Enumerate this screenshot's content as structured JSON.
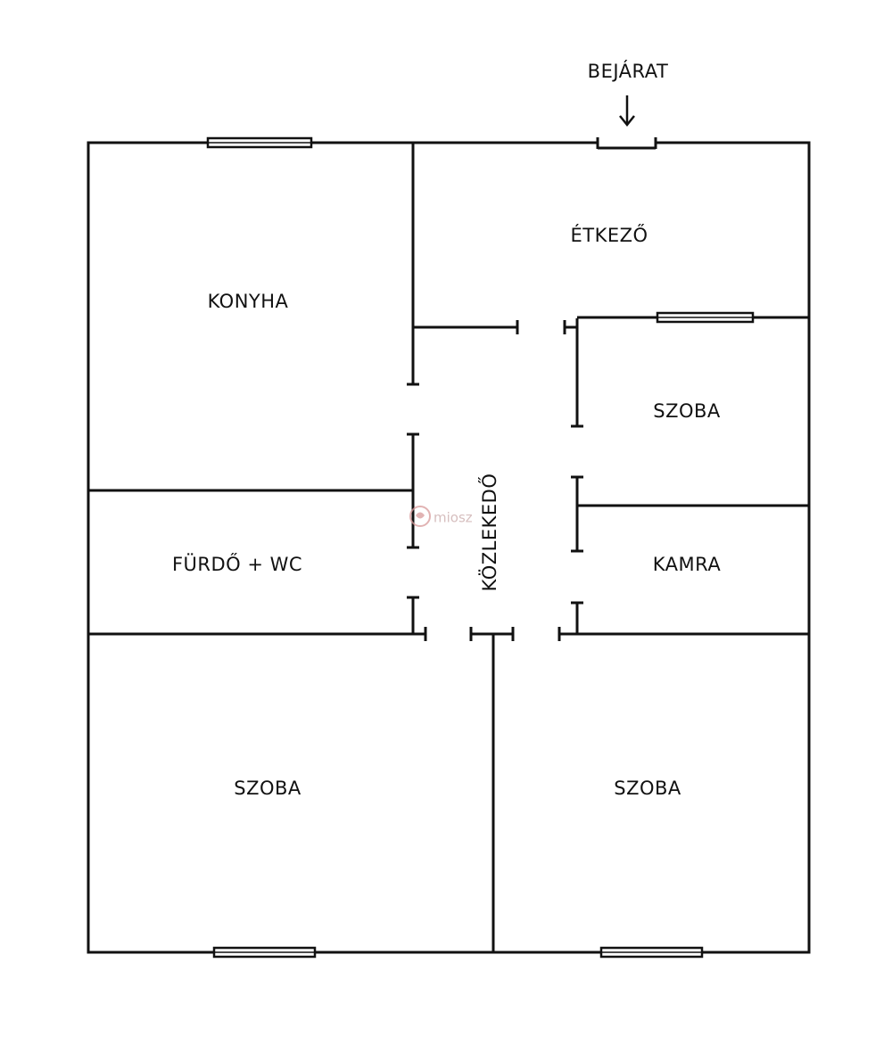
{
  "rooms": {
    "konyha": "KONYHA",
    "etkezo": "ÉTKEZŐ",
    "szoba_right_upper": "SZOBA",
    "kamra": "KAMRA",
    "furdo": "FÜRDŐ + WC",
    "kozlekedo": "KÖZLEKEDŐ",
    "szoba_bottom_left": "SZOBA",
    "szoba_bottom_right": "SZOBA"
  },
  "entrance": {
    "label": "BEJÁRAT",
    "arrow_icon": "down-arrow-icon"
  },
  "watermark": {
    "text": "miosz",
    "color": "#c9a9a9",
    "icon": "miosz-logo-icon"
  },
  "colors": {
    "wall": "#111111",
    "background": "#ffffff"
  }
}
